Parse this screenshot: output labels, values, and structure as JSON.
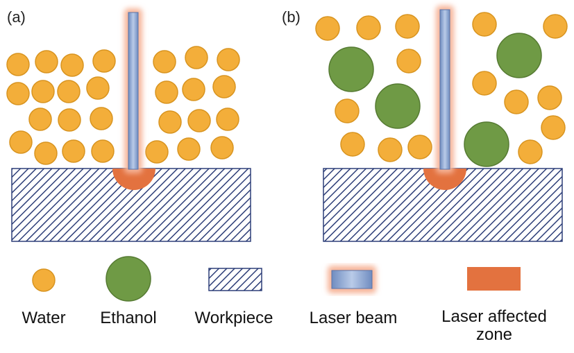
{
  "panels": [
    {
      "label": "(a)"
    },
    {
      "label": "(b)"
    }
  ],
  "legend": {
    "water": "Water",
    "ethanol": "Ethanol",
    "workpiece": "Workpiece",
    "laser_beam": "Laser beam",
    "laser_zone_line1": "Laser affected",
    "laser_zone_line2": "zone"
  },
  "colors": {
    "water_fill": "#f3ae3a",
    "water_stroke": "#d89420",
    "ethanol_fill": "#6f9a45",
    "ethanol_stroke": "#557a32",
    "workpiece_stripe": "#2d3e78",
    "laser_beam": "#8fa8d4",
    "laser_glow": "#f6b59a",
    "laser_zone": "#e3723f"
  }
}
